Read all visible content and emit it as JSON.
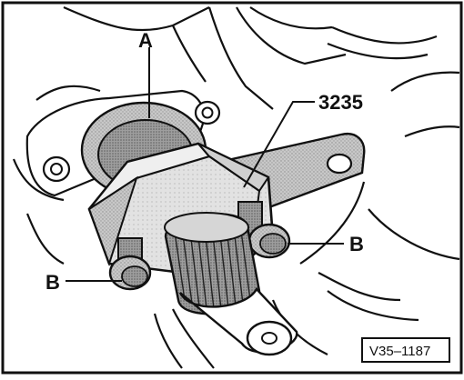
{
  "figure": {
    "callouts": {
      "a": "A",
      "tool_number": "3235",
      "b_right": "B",
      "b_left": "B"
    },
    "reference_code": "V35–1187"
  },
  "colors": {
    "line": "#111111",
    "light_gray": "#d6d6d6",
    "mid_gray": "#b4b4b4",
    "dark_gray": "#8a8a8a",
    "shadow": "#6a6a6a",
    "paper": "#ffffff"
  }
}
